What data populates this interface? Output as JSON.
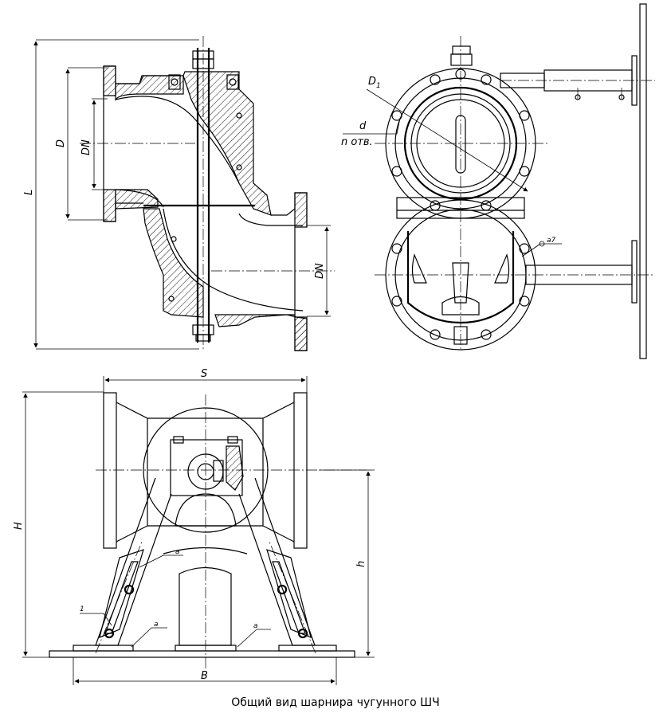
{
  "caption": "Общий вид шарнира чугунного ШЧ",
  "labels": {
    "L": "L",
    "D": "D",
    "DN_upper": "DN",
    "DN_lower": "DN",
    "D1": "D",
    "D1_sub": "1",
    "d": "d",
    "n_holes": "n отв.",
    "weld_side": "а",
    "weld_side_sub": "а7",
    "S": "S",
    "H": "H",
    "h": "h",
    "B": "B",
    "weld_1": "а",
    "weld_2": "а",
    "weld_3": "а",
    "tick_1": "1"
  }
}
